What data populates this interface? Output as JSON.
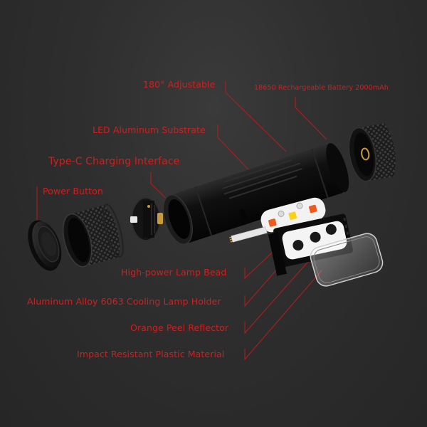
{
  "colors": {
    "background": "#2e2e2e",
    "accent_red": "#d01f1f",
    "leader_line": "#b81c1c",
    "metal_dark": "#141414",
    "led_orange": "#f05a1e",
    "led_yellow": "#f7d21a",
    "pcb_white": "#f2f2f2",
    "brass": "#c99a3c"
  },
  "labels": {
    "adjustable": "180° Adjustable",
    "battery": "18650 Rechargeable Battery 2000mAh",
    "led_substrate": "LED Aluminum Substrate",
    "type_c": "Type-C Charging Interface",
    "power_button": "Power Button",
    "lamp_bead": "High-power Lamp Bead",
    "cooling_holder": "Aluminum Alloy 6063 Cooling Lamp Holder",
    "reflector": "Orange Peel Reflector",
    "plastic": "Impact Resistant Plastic Material"
  },
  "parts": [
    "power-button-cap",
    "knurled-end-cap",
    "switch-module",
    "main-body-tube",
    "led-pcb-board",
    "cooling-lamp-holder",
    "reflector-lens",
    "battery-tail-cap"
  ]
}
